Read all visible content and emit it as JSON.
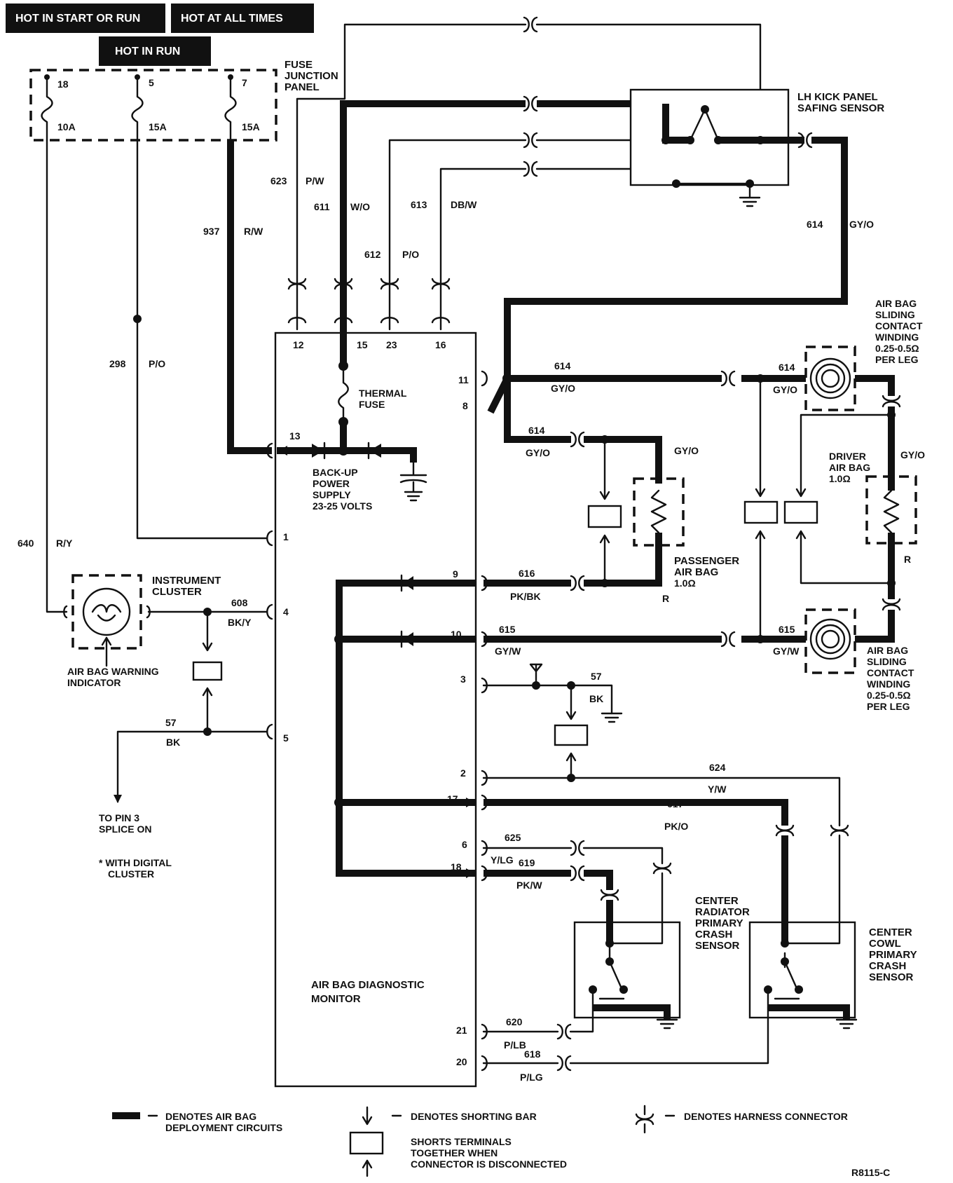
{
  "headers": {
    "hot_start_run": "HOT IN START OR RUN",
    "hot_all_times": "HOT AT ALL TIMES",
    "hot_in_run": "HOT IN RUN"
  },
  "fuse_panel": {
    "title_1": "FUSE",
    "title_2": "JUNCTION",
    "title_3": "PANEL",
    "fuses": [
      {
        "number": "18",
        "rating": "10A"
      },
      {
        "number": "5",
        "rating": "15A"
      },
      {
        "number": "7",
        "rating": "15A"
      }
    ]
  },
  "circuits": {
    "c623": "623",
    "c623_color": "P/W",
    "c611": "611",
    "c611_color": "W/O",
    "c613": "613",
    "c613_color": "DB/W",
    "c612": "612",
    "c612_color": "P/O",
    "c937": "937",
    "c937_color": "R/W",
    "c614": "614",
    "c614_color": "GY/O",
    "c298": "298",
    "c298_color": "P/O",
    "c640": "640",
    "c640_color": "R/Y",
    "c608": "608",
    "c608_color": "BK/Y",
    "c57": "57",
    "c57_color": "BK",
    "c616": "616",
    "c616_color": "PK/BK",
    "c615": "615",
    "c615_color": "GY/W",
    "c624": "624",
    "c624_color": "Y/W",
    "c617": "617",
    "c617_color": "PK/O",
    "c625": "625",
    "c625_color": "Y/LG",
    "c619": "619",
    "c619_color": "PK/W",
    "c620": "620",
    "c620_color": "P/LB",
    "c618": "618",
    "c618_color": "P/LG",
    "r": "R"
  },
  "monitor": {
    "title_1": "AIR BAG DIAGNOSTIC",
    "title_2": "MONITOR",
    "pins": {
      "p12": "12",
      "p15": "15",
      "p23": "23",
      "p16": "16",
      "p11": "11",
      "p8": "8",
      "p13": "13",
      "p1": "1",
      "p4": "4",
      "p5": "5",
      "p9": "9",
      "p10": "10",
      "p3": "3",
      "p2": "2",
      "p17": "17",
      "p6": "6",
      "p18": "18",
      "p21": "21",
      "p20": "20"
    },
    "thermal_fuse_1": "THERMAL",
    "thermal_fuse_2": "FUSE",
    "backup_1": "BACK-UP",
    "backup_2": "POWER",
    "backup_3": "SUPPLY",
    "backup_4": "23-25 VOLTS"
  },
  "components": {
    "lh_kick_1": "LH KICK PANEL",
    "lh_kick_2": "SAFING SENSOR",
    "contact_top_1": "AIR BAG",
    "contact_top_2": "SLIDING",
    "contact_top_3": "CONTACT",
    "contact_top_4": "WINDING",
    "contact_top_5": "0.25-0.5Ω",
    "contact_top_6": "PER LEG",
    "driver_1": "DRIVER",
    "driver_2": "AIR BAG",
    "driver_3": "1.0Ω",
    "passenger_1": "PASSENGER",
    "passenger_2": "AIR BAG",
    "passenger_3": "1.0Ω",
    "contact_bot_1": "AIR BAG",
    "contact_bot_2": "SLIDING",
    "contact_bot_3": "CONTACT",
    "contact_bot_4": "WINDING",
    "contact_bot_5": "0.25-0.5Ω",
    "contact_bot_6": "PER LEG",
    "cluster_1": "INSTRUMENT",
    "cluster_2": "CLUSTER",
    "warning_1": "AIR BAG WARNING",
    "warning_2": "INDICATOR",
    "topin_1": "TO PIN 3",
    "topin_2": "SPLICE ON",
    "digital_1": "* WITH DIGITAL",
    "digital_2": "CLUSTER",
    "radiator_1": "CENTER",
    "radiator_2": "RADIATOR",
    "radiator_3": "PRIMARY",
    "radiator_4": "CRASH",
    "radiator_5": "SENSOR",
    "cowl_1": "CENTER",
    "cowl_2": "COWL",
    "cowl_3": "PRIMARY",
    "cowl_4": "CRASH",
    "cowl_5": "SENSOR"
  },
  "legend": {
    "deploy_1": "DENOTES AIR BAG",
    "deploy_2": "DEPLOYMENT CIRCUITS",
    "shorting": "DENOTES SHORTING BAR",
    "shorts_1": "SHORTS TERMINALS",
    "shorts_2": "TOGETHER WHEN",
    "shorts_3": "CONNECTOR IS DISCONNECTED",
    "harness": "DENOTES HARNESS CONNECTOR"
  },
  "figure_id": "R8115-C"
}
